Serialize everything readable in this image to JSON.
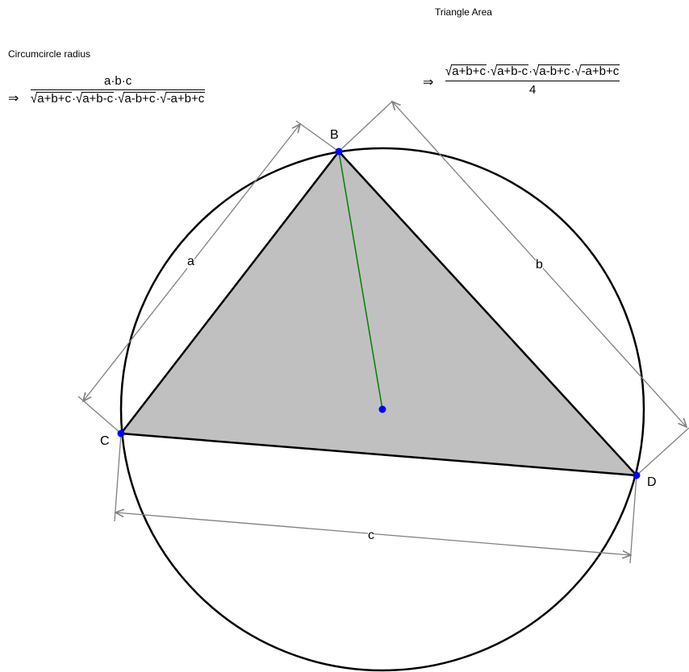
{
  "labels": {
    "circumcircle_title": "Circumcircle radius",
    "area_title": "Triangle Area",
    "implies": "⇒",
    "radius_numerator": "a·b·c",
    "area_denominator": "4",
    "radicands": [
      "a+b+c",
      "a+b-c",
      "a-b+c",
      "-a+b+c"
    ],
    "dot": "·",
    "sqrt_symbol": "√"
  },
  "points": {
    "B": "B",
    "C": "C",
    "D": "D"
  },
  "sides": {
    "a": "a",
    "b": "b",
    "c": "c"
  },
  "colors": {
    "triangle_fill": "#c0c0c0",
    "outline": "#000000",
    "radius_line": "#008000",
    "points": "#0000ff",
    "dimension_lines": "#808080"
  }
}
